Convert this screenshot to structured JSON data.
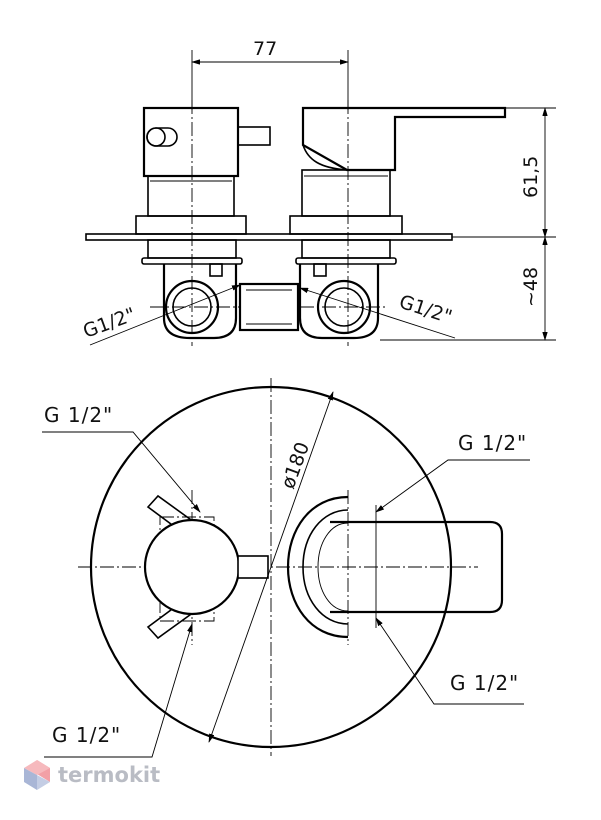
{
  "top_view": {
    "dim_width": "77",
    "dim_height_upper": "61,5",
    "dim_height_lower": "~48",
    "label_left_port": "G1/2\"",
    "label_right_port": "G1/2\""
  },
  "front_view": {
    "diameter": "ø180",
    "label_top_left": "G 1/2\"",
    "label_top_right": "G 1/2\"",
    "label_bottom_right": "G 1/2\"",
    "label_bottom_left": "G 1/2\""
  },
  "watermark": {
    "text": "termokit",
    "colors": {
      "logo_red": "#f2a0a6",
      "logo_blue": "#a9b6d6",
      "text": "#b9bcc4"
    }
  }
}
